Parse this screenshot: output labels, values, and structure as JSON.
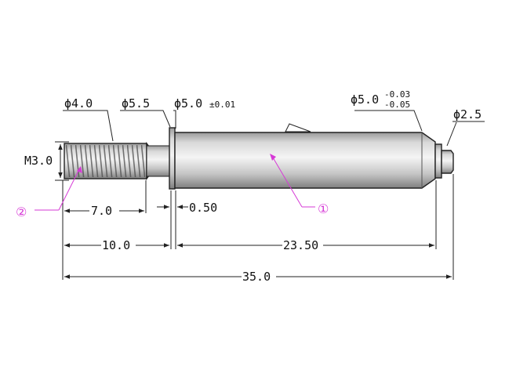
{
  "labels": {
    "dia_thread_major": "ϕ4.0",
    "dia_collar": "ϕ5.5",
    "dia_body": "ϕ5.0",
    "dia_body_tol": "±0.01",
    "dia_body_end": "ϕ5.0",
    "dia_body_end_tol_upper": "-0.03",
    "dia_body_end_tol_lower": "-0.05",
    "dia_tip": "ϕ2.5",
    "thread": "M3.0",
    "len_thread": "7.0",
    "len_collar": "0.50",
    "len_front": "10.0",
    "len_body": "23.50",
    "len_total": "35.0"
  },
  "callouts": {
    "part_body": "①",
    "part_thread": "②"
  },
  "colors": {
    "line": "#222222",
    "callout": "#d63ad6",
    "body_light": "#f2f2f2",
    "body_dark": "#8e8e8e"
  }
}
